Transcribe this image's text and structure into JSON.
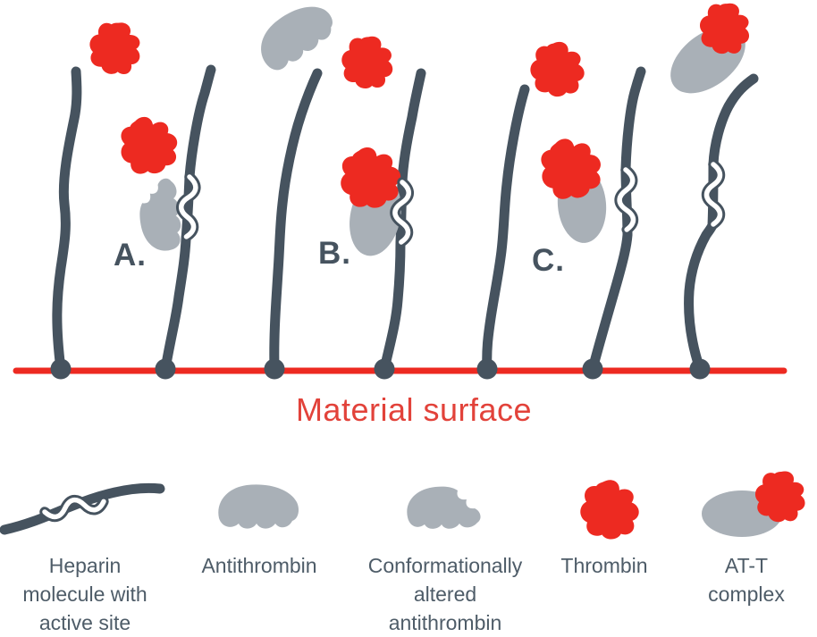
{
  "colors": {
    "slate": "#46535f",
    "gray": "#a9b0b7",
    "red": "#ed2a21",
    "red_text": "#e2423a",
    "text_slate": "#4e5c68",
    "background": "#ffffff"
  },
  "diagram": {
    "panel_labels": {
      "a": "A.",
      "b": "B.",
      "c": "C."
    },
    "surface_label": "Material surface"
  },
  "legend": {
    "items": [
      {
        "icon": "heparin-molecule-icon",
        "label": "Heparin\nmolecule with\nactive site"
      },
      {
        "icon": "antithrombin-icon",
        "label": "Antithrombin"
      },
      {
        "icon": "altered-antithrombin-icon",
        "label": "Conformationally\naltered\nantithrombin"
      },
      {
        "icon": "thrombin-icon",
        "label": "Thrombin"
      },
      {
        "icon": "att-complex-icon",
        "label": "AT-T complex"
      }
    ]
  }
}
